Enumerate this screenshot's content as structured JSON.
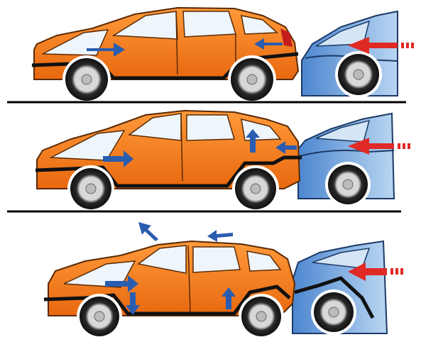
{
  "diagram": {
    "panels": [
      {
        "stage": "initial-contact",
        "impact_arrow": "red",
        "force_arrows": [
          "forward",
          "rearward"
        ]
      },
      {
        "stage": "rear-crush",
        "impact_arrow": "red",
        "force_arrows": [
          "forward",
          "upward",
          "rearward"
        ]
      },
      {
        "stage": "full-deformation",
        "impact_arrow": "red",
        "force_arrows": [
          "forward",
          "downward",
          "upward",
          "diagonal-up",
          "rearward-up"
        ]
      }
    ],
    "colors": {
      "struck_car": "#f07a1a",
      "struck_car_dark": "#c85a0c",
      "striking_car": "#6ea6df",
      "striking_car_dark": "#3d78c1",
      "force_arrow": "#2a5db0",
      "impact_arrow": "#e02a25",
      "ground": "#000000",
      "window": "#e8f1f8"
    }
  }
}
